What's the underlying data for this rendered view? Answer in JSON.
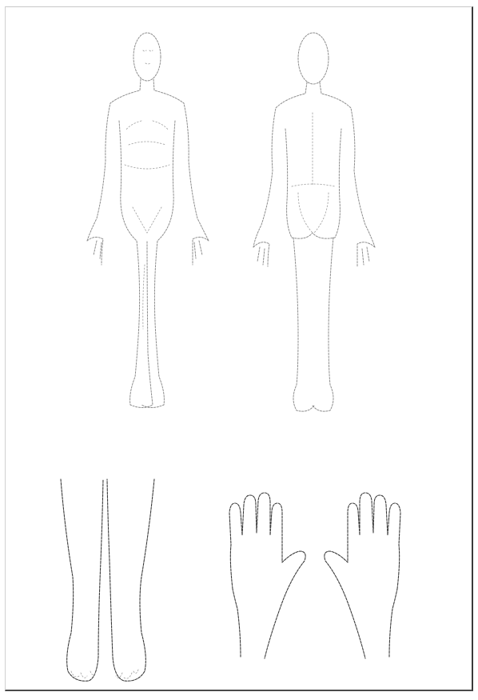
{
  "figures": [
    {
      "name": "front-body",
      "icon": "human-front-outline"
    },
    {
      "name": "back-body",
      "icon": "human-back-outline"
    },
    {
      "name": "lower-legs-feet",
      "icon": "lower-legs-outline"
    },
    {
      "name": "hands",
      "icon": "hands-outline"
    }
  ]
}
